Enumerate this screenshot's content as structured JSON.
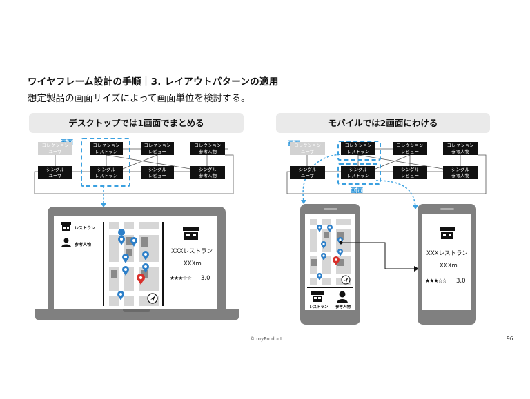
{
  "title": "ワイヤフレーム設計の手順｜3. レイアウトパターンの適用",
  "subtitle": "想定製品の画面サイズによって画面単位を検討する。",
  "left_panel": {
    "banner": "デスクトップでは1画面でまとめる",
    "screen_label": "画面",
    "boxes": {
      "coll_user": [
        "コレクション",
        "ユーザ"
      ],
      "coll_rest": [
        "コレクション",
        "レストラン"
      ],
      "coll_review": [
        "コレクション",
        "レビュー"
      ],
      "coll_ref": [
        "コレクション",
        "参考人物"
      ],
      "single_user": [
        "シングル",
        "ユーザ"
      ],
      "single_rest": [
        "シングル",
        "レストラン"
      ],
      "single_review": [
        "シングル",
        "レビュー"
      ],
      "single_ref": [
        "シングル",
        "参考人物"
      ]
    },
    "laptop": {
      "nav_restaurant": "レストラン",
      "nav_people": "参考人物",
      "rest_name": "XXXレストラン",
      "distance": "XXXm",
      "stars": "★★★☆☆",
      "rating": "3.0"
    }
  },
  "right_panel": {
    "banner": "モバイルでは2画面にわける",
    "screen_label_1": "画面",
    "screen_label_2": "画面",
    "boxes": {
      "coll_user": [
        "コレクション",
        "ユーザ"
      ],
      "coll_rest": [
        "コレクション",
        "レストラン"
      ],
      "coll_review": [
        "コレクション",
        "レビュー"
      ],
      "coll_ref": [
        "コレクション",
        "参考人物"
      ],
      "single_user": [
        "シングル",
        "ユーザ"
      ],
      "single_rest": [
        "シングル",
        "レストラン"
      ],
      "single_review": [
        "シングル",
        "レビュー"
      ],
      "single_ref": [
        "シングル",
        "参考人物"
      ]
    },
    "phone1": {
      "tab_restaurant": "レストラン",
      "tab_people": "参考人物"
    },
    "phone2": {
      "rest_name": "XXXレストラン",
      "distance": "XXXm",
      "stars": "★★★☆☆",
      "rating": "3.0"
    }
  },
  "footer": "© myProduct",
  "page_number": "96",
  "colors": {
    "pin_blue": "#2c7fc9",
    "pin_red": "#d9302b",
    "accent_blue": "#1e8fd8",
    "device_gray": "#808080"
  }
}
